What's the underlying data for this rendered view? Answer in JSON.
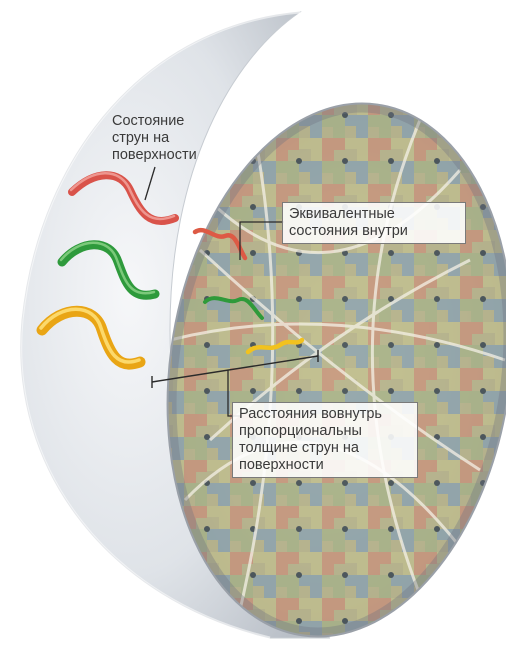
{
  "labels": {
    "surface_states": "Состояние\nструн на\nповерхности",
    "equivalent_inside": "Эквивалентные\nсостояния внутри",
    "distance_inward": "Расстояния вовнутрь\nпропорциональны\nтолщине струн на\nповерхности"
  },
  "colors": {
    "string_red": "#d9534a",
    "string_green": "#2e9a3c",
    "string_yellow": "#f2c21e",
    "hemisphere_shell": "#dde1e6",
    "leader_line": "#2a2a2a"
  }
}
